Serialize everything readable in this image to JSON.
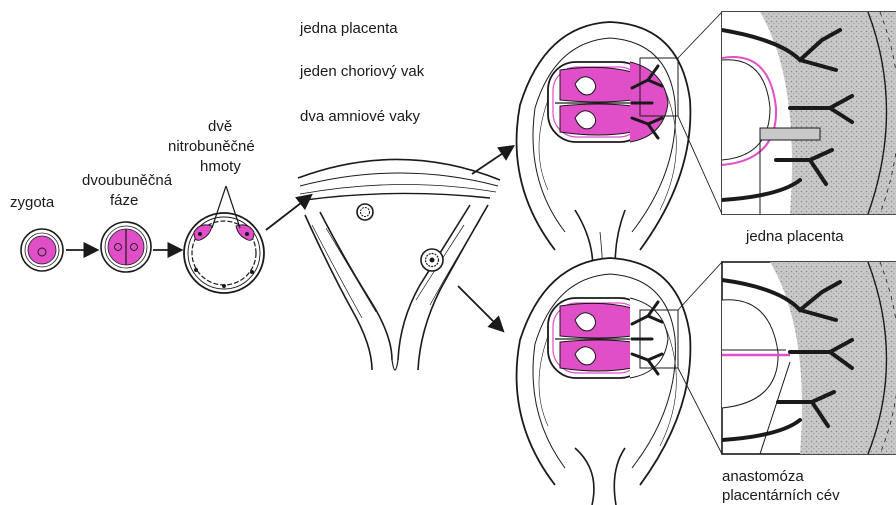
{
  "colors": {
    "embryo_pink": "#e04fc8",
    "ink": "#1a1a1a",
    "placenta_gray": "#b8b8b8"
  },
  "labels": {
    "zygote": "zygota",
    "two_cell_1": "dvoubuněčná",
    "two_cell_2": "fáze",
    "icm_1": "dvě",
    "icm_2": "nitrobuněčné",
    "icm_3": "hmoty",
    "one_placenta_top": "jedna placenta",
    "one_chorion": "jeden choriový vak",
    "two_amnion": "dva amniové vaky",
    "one_placenta_mid": "jedna placenta",
    "anastomosis_1": "anastomóza",
    "anastomosis_2": "placentárních cév"
  }
}
